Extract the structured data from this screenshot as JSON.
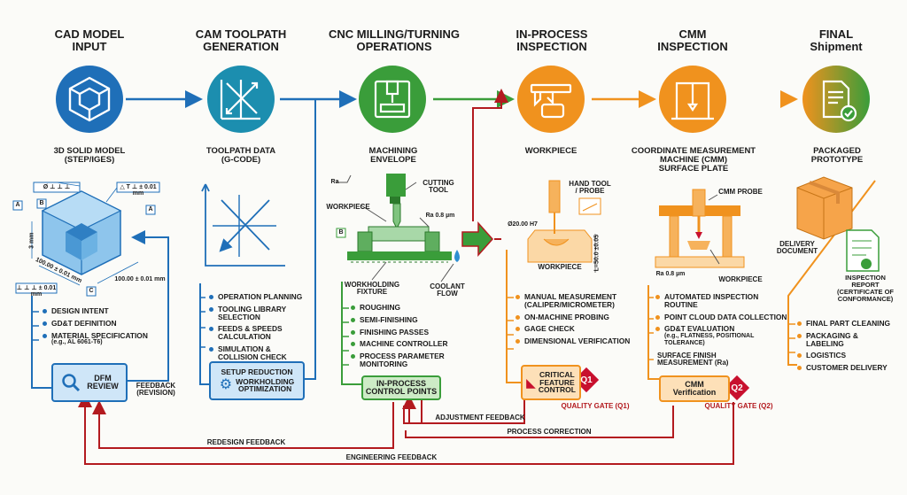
{
  "colors": {
    "blue": "#1f6fb8",
    "teal": "#1c8eaf",
    "green": "#3a9d3a",
    "orange": "#f0921e",
    "red": "#b31a1f",
    "gate_red": "#c8102e"
  },
  "stages": [
    {
      "title": "CAD MODEL\nINPUT",
      "icon": "cube-icon",
      "label": "3D SOLID MODEL\n(STEP/IGES)"
    },
    {
      "title": "CAM TOOLPATH\nGENERATION",
      "icon": "toolpath-icon",
      "label": "TOOLPATH DATA\n(G-CODE)"
    },
    {
      "title": "CNC MILLING/TURNING\nOPERATIONS",
      "icon": "milling-machine-icon",
      "label": "MACHINING\nENVELOPE"
    },
    {
      "title": "IN-PROCESS\nINSPECTION",
      "icon": "caliper-icon",
      "label": "WORKPIECE"
    },
    {
      "title": "CMM\nINSPECTION",
      "icon": "cmm-icon",
      "label": "COORDINATE MEASUREMENT\nMACHINE (CMM)\nSURFACE PLATE"
    },
    {
      "title": "FINAL\nShipment",
      "icon": "document-check-icon",
      "label": "PACKAGED\nPROTOTYPE"
    }
  ],
  "cad": {
    "gdt_top": "Ø ⊥ ⊥ ⊥",
    "gdt_right": "△ T ⊥ ± 0.01 mm",
    "datum_a": "A",
    "datum_b": "B",
    "datum_a2": "A",
    "datum_c": "C",
    "dim_left": "3 mm",
    "dim_bottom": "100.00 ± 0.01 mm",
    "dim_right": "100.00 ± 0.01 mm",
    "gdt_bottom": "⊥ ⊥ ⊥ ± 0.01 mm",
    "list": [
      "DESIGN INTENT",
      "GD&T DEFINITION"
    ],
    "material": "MATERIAL SPECIFICATION",
    "material_note": "(e.g., AL 6061-T6)",
    "dfm_label": "DFM\nREVIEW",
    "feedback": "FEEDBACK\n(REVISION)"
  },
  "cam": {
    "list": [
      "OPERATION PLANNING",
      "TOOLING LIBRARY SELECTION",
      "FEEDS & SPEEDS\nCALCULATION",
      "SIMULATION &\nCOLLISION CHECK"
    ],
    "setup_title": "SETUP REDUCTION",
    "setup_label": "WORKHOLDING\nOPTIMIZATION"
  },
  "cnc": {
    "ra": "Ra",
    "cutting_tool": "CUTTING\nTOOL",
    "workpiece": "WORKPIECE",
    "ra_value": "Ra 0.8 µm",
    "datum_b": "B",
    "fixture": "WORKHOLDING\nFIXTURE",
    "coolant": "COOLANT\nFLOW",
    "list": [
      "ROUGHING",
      "SEMI-FINISHING",
      "FINISHING PASSES",
      "MACHINE CONTROLLER",
      "PROCESS PARAMETER\nMONITORING"
    ],
    "control_label": "IN-PROCESS\nCONTROL POINTS"
  },
  "inproc": {
    "hand_tool": "HAND TOOL\n/ PROBE",
    "dia": "Ø20.00 H7",
    "tol": "L=50.0 ±0.05",
    "workpiece": "WORKPIECE",
    "list": [
      "MANUAL MEASUREMENT\n(CALIPER/MICROMETER)",
      "ON-MACHINE PROBING",
      "GAGE CHECK",
      "DIMENSIONAL VERIFICATION"
    ],
    "critical_label": "CRITICAL\nFEATURE\nCONTROL",
    "q1": "Q1",
    "gate": "QUALITY GATE (Q1)"
  },
  "cmm": {
    "probe": "CMM PROBE",
    "ra_value": "Ra 0.8 µm",
    "workpiece": "WORKPIECE",
    "list": [
      "AUTOMATED INSPECTION\nROUTINE",
      "POINT CLOUD DATA COLLECTION",
      "GD&T EVALUATION"
    ],
    "gdt_note": "(e.g., FLATNESS, POSITIONAL\nTOLERANCE)",
    "surface": "SURFACE FINISH\nMEASUREMENT (Ra)",
    "verification_label": "CMM\nVerification",
    "q2": "Q2",
    "gate": "QUALITY GATE (Q2)"
  },
  "ship": {
    "delivery": "DELIVERY\nDOCUMENT",
    "report": "INSPECTION\nREPORT\n(CERTIFICATE OF\nCONFORMANCE)",
    "list": [
      "FINAL PART CLEANING",
      "PACKAGING & LABELING",
      "LOGISTICS",
      "CUSTOMER DELIVERY"
    ]
  },
  "feedback": {
    "adjustment": "ADJUSTMENT FEEDBACK",
    "redesign": "REDESIGN FEEDBACK",
    "process": "PROCESS CORRECTION",
    "engineering": "ENGINEERING FEEDBACK"
  }
}
